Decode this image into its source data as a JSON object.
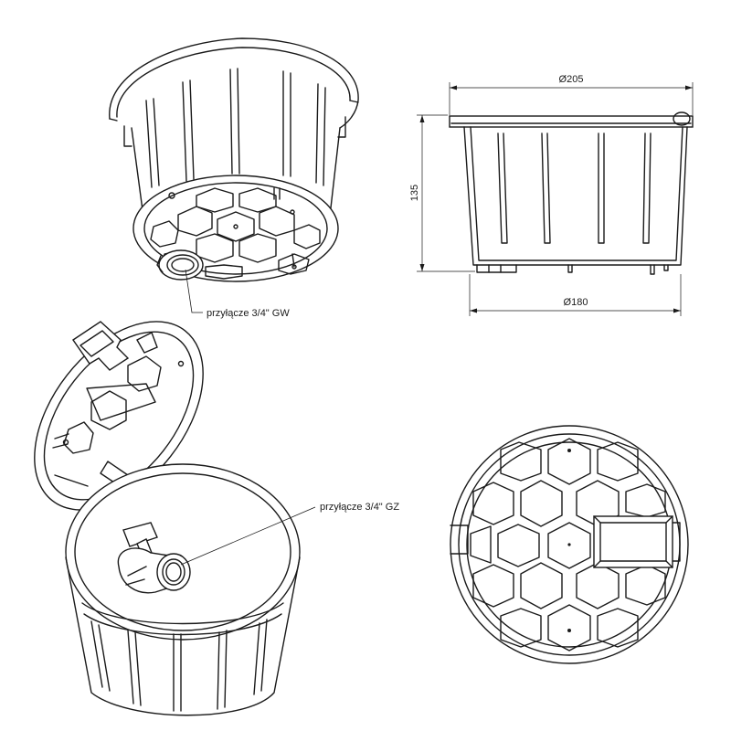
{
  "labels": {
    "connector_gw": "przyłącze 3/4\" GW",
    "connector_gz": "przyłącze 3/4\" GZ"
  },
  "dimensions": {
    "top_diameter": "Ø205",
    "bottom_diameter": "Ø180",
    "height": "135"
  }
}
